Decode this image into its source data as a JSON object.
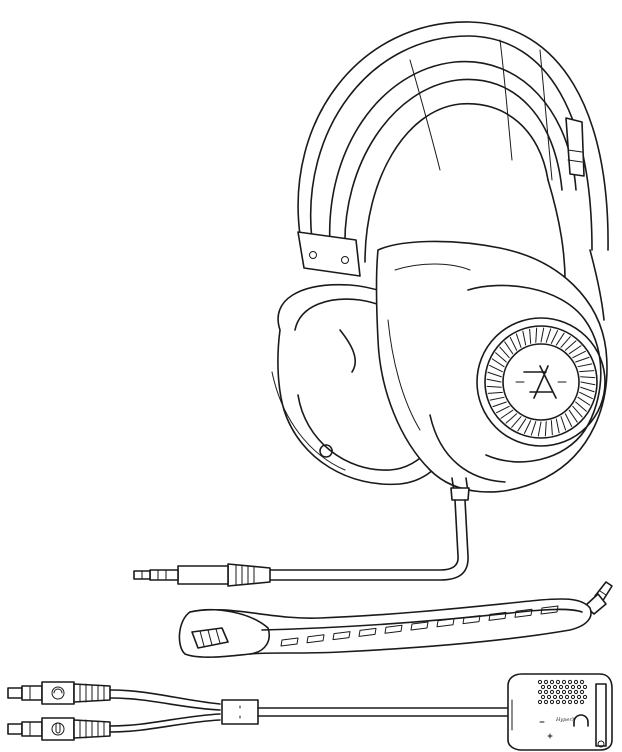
{
  "illustration": {
    "items": [
      "headset",
      "detachable-microphone",
      "pc-splitter-with-audio-control-box"
    ],
    "logo_text": "HX",
    "control_box_brand": "HyperX",
    "colors": {
      "line": "#1a1a1a",
      "background": "#ffffff"
    }
  }
}
